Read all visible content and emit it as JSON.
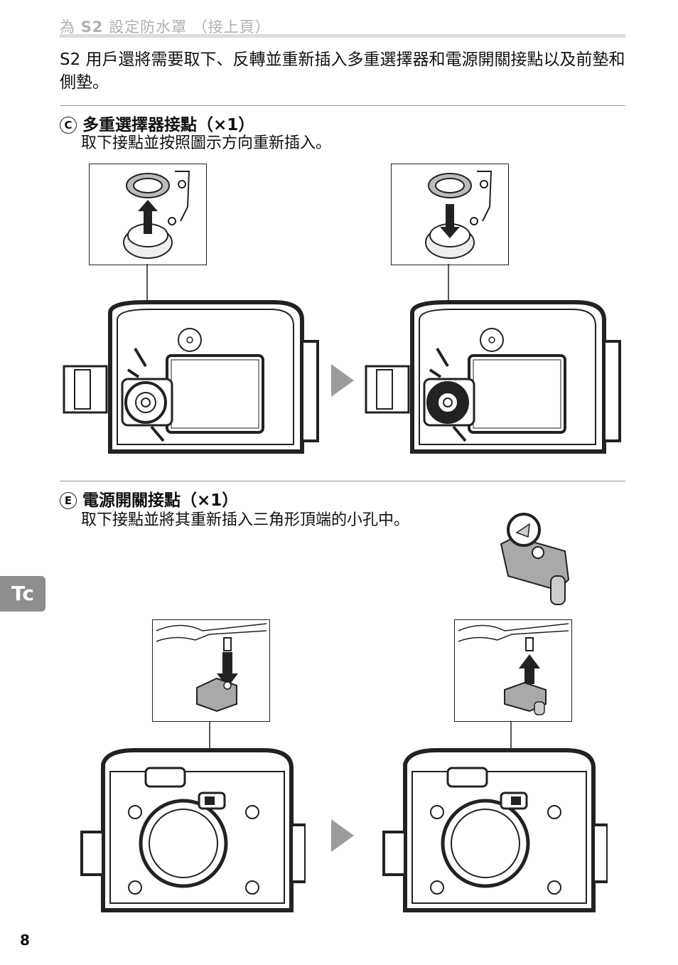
{
  "header": {
    "running_head_prefix": "為 ",
    "running_head_model": "S2",
    "running_head_suffix": " 設定防水罩 （接上頁）"
  },
  "intro_text": "S2 用戶還將需要取下、反轉並重新插入多重選擇器和電源開關接點以及前墊和側墊。",
  "section_c": {
    "marker": "C",
    "title": "多重選擇器接點（×1）",
    "body": "取下接點並按照圖示方向重新插入。"
  },
  "section_e": {
    "marker": "E",
    "title": "電源開關接點（×1）",
    "body": "取下接點並將其重新插入三角形頂端的小孔中。"
  },
  "side_tab": "Tc",
  "page_number": "8",
  "colors": {
    "rule": "#9a9a9a",
    "tab": "#8e8e8e",
    "arrow": "#9c9c9c",
    "part": "#a9a9a9"
  }
}
